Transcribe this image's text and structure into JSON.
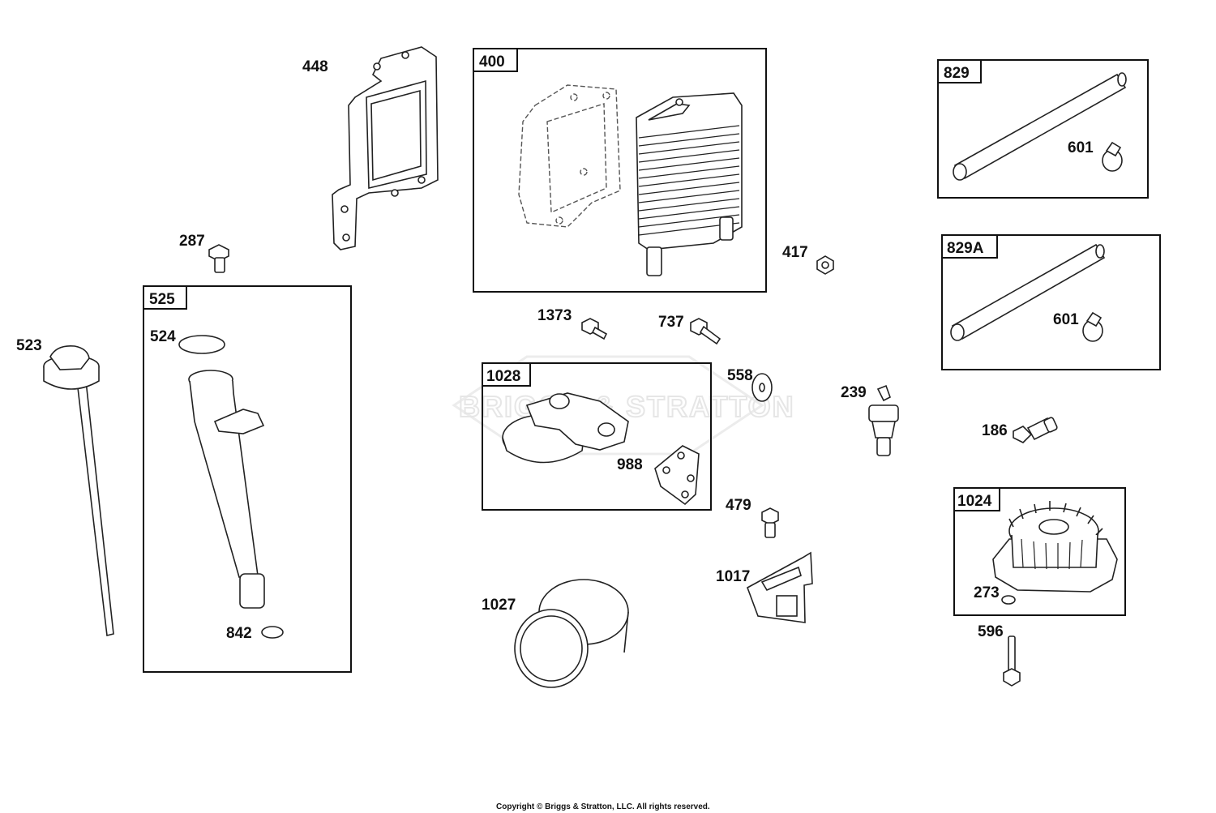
{
  "watermark": "BRIGGS & STRATTON",
  "copyright": "Copyright © Briggs & Stratton, LLC. All rights reserved.",
  "boxes": {
    "b400": "400",
    "b525": "525",
    "b829": "829",
    "b829a": "829A",
    "b1028": "1028",
    "b1024": "1024"
  },
  "parts": {
    "p448": "448",
    "p287": "287",
    "p523": "523",
    "p524": "524",
    "p842": "842",
    "p417": "417",
    "p1373": "1373",
    "p737": "737",
    "p558": "558",
    "p988": "988",
    "p239": "239",
    "p186": "186",
    "p479": "479",
    "p1017": "1017",
    "p1027": "1027",
    "p273": "273",
    "p596": "596",
    "p601a": "601",
    "p601b": "601"
  }
}
